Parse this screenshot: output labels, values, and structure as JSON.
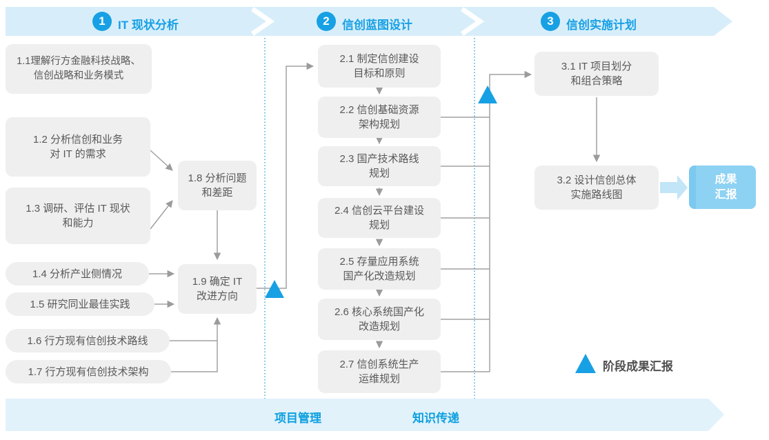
{
  "colors": {
    "accent_blue": "#18A0E4",
    "band_blue": "#D7EEFA",
    "band_bottom_blue": "#E1F2FB",
    "node_gray": "#EFEFEF",
    "node_text": "#5A5858",
    "connector_gray": "#A0A0A0",
    "divider_dotted_blue": "#3DA8DE",
    "report_box_fill": "#8DD2F2",
    "report_box_stripe": "#7CC9EF",
    "thick_arrow_blue": "#C2E5F8"
  },
  "header": {
    "phases": [
      {
        "number": "1",
        "label": "IT 现状分析"
      },
      {
        "number": "2",
        "label": "信创蓝图设计"
      },
      {
        "number": "3",
        "label": "信创实施计划"
      }
    ]
  },
  "phase1": {
    "boxes": [
      {
        "lines": [
          "1.1理解行方金融科技战略、",
          "信创战略和业务模式"
        ]
      },
      {
        "lines": [
          "1.2 分析信创和业务",
          "对 IT 的需求"
        ]
      },
      {
        "lines": [
          "1.3 调研、评估 IT 现状",
          "和能力"
        ]
      },
      {
        "lines": [
          "1.4 分析产业侧情况"
        ]
      },
      {
        "lines": [
          "1.5 研究同业最佳实践"
        ]
      },
      {
        "lines": [
          "1.6 行方现有信创技术路线"
        ]
      },
      {
        "lines": [
          "1.7 行方现有信创技术架构"
        ]
      },
      {
        "lines": [
          "1.8 分析问题",
          "和差距"
        ]
      },
      {
        "lines": [
          "1.9 确定 IT",
          "改进方向"
        ]
      }
    ]
  },
  "phase2": {
    "boxes": [
      {
        "lines": [
          "2.1 制定信创建设",
          "目标和原则"
        ]
      },
      {
        "lines": [
          "2.2 信创基础资源",
          "架构规划"
        ]
      },
      {
        "lines": [
          "2.3 国产技术路线",
          "规划"
        ]
      },
      {
        "lines": [
          "2.4 信创云平台建设",
          "规划"
        ]
      },
      {
        "lines": [
          "2.5 存量应用系统",
          "国产化改造规划"
        ]
      },
      {
        "lines": [
          "2.6 核心系统国产化",
          "改造规划"
        ]
      },
      {
        "lines": [
          "2.7 信创系统生产",
          "运维规划"
        ]
      }
    ]
  },
  "phase3": {
    "boxes": [
      {
        "lines": [
          "3.1 IT 项目划分",
          "和组合策略"
        ]
      },
      {
        "lines": [
          "3.2 设计信创总体",
          "实施路线图"
        ]
      }
    ]
  },
  "report_box": {
    "lines": [
      "成果",
      "汇报"
    ]
  },
  "legend": {
    "label": "阶段成果汇报"
  },
  "footer": {
    "items": [
      {
        "label": "项目管理"
      },
      {
        "label": "知识传递"
      }
    ]
  }
}
